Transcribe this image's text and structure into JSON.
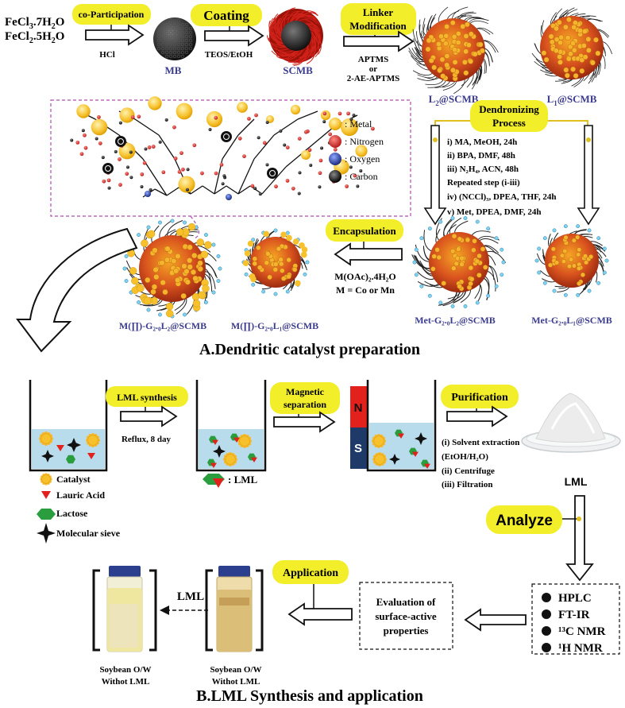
{
  "section_a": {
    "title": "A.Dendritic catalyst preparation",
    "reagents": {
      "line1": "FeCl",
      "sub1": "3",
      "rest1": ".7H",
      "sub1b": "2",
      "o1": "O",
      "line2": "FeCl",
      "sub2": "2",
      "rest2": ".5H",
      "sub2b": "2",
      "o2": "O"
    },
    "steps": {
      "co_participation": {
        "label": "co-Participation",
        "cond": "HCl"
      },
      "coating": {
        "label": "Coating",
        "cond": "TEOS/EtOH"
      },
      "linker": {
        "label1": "Linker",
        "label2": "Modification",
        "cond1": "APTMS",
        "cond2": "or",
        "cond3": "2-AE-APTMS"
      },
      "dendronizing": {
        "label1": "Dendronizing",
        "label2": "Process"
      },
      "encapsulation": {
        "label": "Encapsulation",
        "cond1": "M(OAc)₂.4H₂O",
        "cond2": "M = Co or Mn"
      }
    },
    "particles": {
      "mb": "MB",
      "scmb": "SCMB",
      "l2_pre": "L",
      "l2_sub": "2",
      "l2_post": "@SCMB",
      "l1_pre": "L",
      "l1_sub": "1",
      "l1_post": "@SCMB",
      "met_l2": "Met-G₂.₀L₂@SCMB",
      "met_l1": "Met-G₂.₀L₁@SCMB",
      "m_l2": "M(∏)-G₂.₀L₂@SCMB",
      "m_l1": "M(∏)-G₂.₀L₁@SCMB"
    },
    "dendron_steps": [
      "i) MA, MeOH, 24h",
      "ii) BPA, DMF, 48h",
      "iii) N₂H₄, ACN, 48h",
      "Repeated step (i-iii)",
      "iv) (NCCl)₃, DPEA, THF, 24h",
      "v) Met, DPEA, DMF, 24h"
    ],
    "legend": [
      {
        "label": ": Metal",
        "color": "#f6c12c"
      },
      {
        "label": ": Nitrogen",
        "color": "#d7191c"
      },
      {
        "label": ": Oxygen",
        "color": "#2a3f9a"
      },
      {
        "label": ": Carbon",
        "color": "#111111"
      }
    ]
  },
  "section_b": {
    "title": "B.LML Synthesis and application",
    "lml_synthesis": {
      "label": "LML synthesis",
      "cond": "Reflux, 8 day"
    },
    "magnetic": {
      "label1": "Magnetic",
      "label2": "separation",
      "n": "N",
      "s": "S"
    },
    "purification": {
      "label": "Purification",
      "steps": [
        "(i) Solvent extraction",
        "(EtOH/H₂O)",
        "(ii) Centrifuge",
        "(iii) Filtration"
      ]
    },
    "product": "LML",
    "lml_key": ": LML",
    "beaker_legend": [
      "Catalyst",
      "Lauric Acid",
      "Lactose",
      "Molecular sieve"
    ],
    "analyze": {
      "label": "Analyze",
      "items": [
        "HPLC",
        "FT-IR",
        "¹³C NMR",
        "¹H NMR"
      ]
    },
    "application": {
      "label": "Application"
    },
    "evaluation": [
      "Evaluation of",
      "surface-active",
      "properties"
    ],
    "vial_arrow_label": "LML",
    "vials": [
      {
        "line1": "Soybean O/W",
        "line2": "Withot LML"
      },
      {
        "line1": "Soybean O/W",
        "line2": "Withot LML"
      }
    ]
  },
  "colors": {
    "pill": "#f2ee2a",
    "water": "#b9dcec",
    "magnet_n": "#e2201c",
    "magnet_s": "#1d3a68",
    "dendrimer": "#c0392b",
    "particle": "#d35400"
  }
}
